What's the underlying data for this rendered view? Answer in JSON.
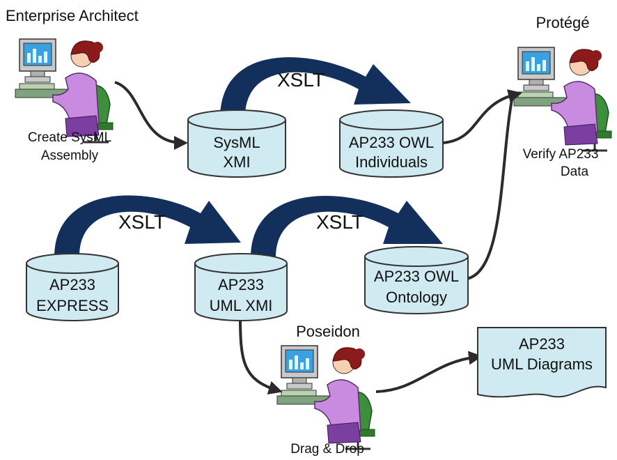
{
  "actors": {
    "enterprise_architect": {
      "tool": "Enterprise Architect",
      "caption_line1": "Create SysML",
      "caption_line2": "Assembly"
    },
    "protege": {
      "tool": "Protégé",
      "caption_line1": "Verify AP233",
      "caption_line2": "Data"
    },
    "poseidon": {
      "tool": "Poseidon",
      "caption": "Drag & Drop"
    }
  },
  "stores": {
    "sysml_xmi": {
      "line1": "SysML",
      "line2": "XMI"
    },
    "owl_individuals": {
      "line1": "AP233 OWL",
      "line2": "Individuals"
    },
    "express": {
      "line1": "AP233",
      "line2": "EXPRESS"
    },
    "uml_xmi": {
      "line1": "AP233",
      "line2": "UML XMI"
    },
    "owl_ontology": {
      "line1": "AP233 OWL",
      "line2": "Ontology"
    }
  },
  "document": {
    "line1": "AP233",
    "line2": "UML Diagrams"
  },
  "transforms": {
    "top": "XSLT",
    "left": "XSLT",
    "right": "XSLT"
  },
  "colors": {
    "cylinder_fill": "#cfeaf0",
    "xslt_arrow": "#13305c",
    "connector": "#2b2b2b",
    "person_shirt": "#c98be0",
    "person_hair": "#8b1a1a",
    "chair": "#3d8f3d",
    "monitor": "#c9c9c9",
    "screen": "#3aa0e0"
  }
}
